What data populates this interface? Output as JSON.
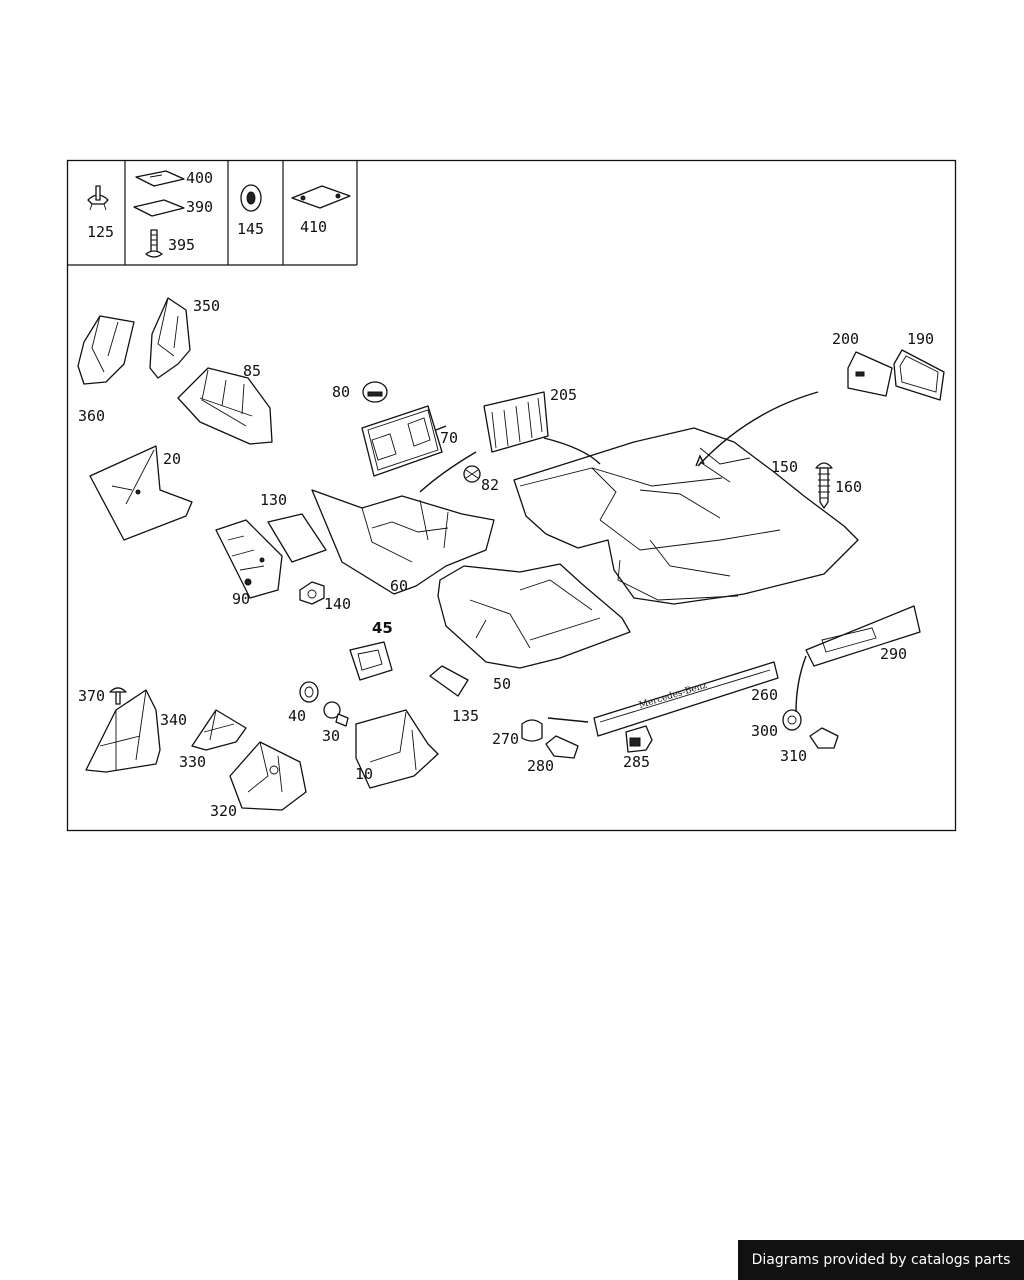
{
  "callouts": {
    "c125": "125",
    "c400": "400",
    "c390": "390",
    "c395": "395",
    "c145": "145",
    "c410": "410",
    "c350": "350",
    "c360": "360",
    "c85": "85",
    "c80": "80",
    "c70": "70",
    "c205": "205",
    "c82": "82",
    "c200": "200",
    "c190": "190",
    "c150": "150",
    "c160": "160",
    "c20": "20",
    "c130": "130",
    "c60": "60",
    "c90": "90",
    "c140": "140",
    "c45": "45",
    "c50": "50",
    "c135": "135",
    "c370": "370",
    "c340": "340",
    "c330": "330",
    "c320": "320",
    "c40": "40",
    "c30": "30",
    "c10": "10",
    "c270": "270",
    "c280": "280",
    "c285": "285",
    "c260": "260",
    "c300": "300",
    "c310": "310",
    "c290": "290"
  },
  "sill_logo": "Mercedes-Benz",
  "footer": {
    "text": "Diagrams provided by catalogs parts"
  }
}
